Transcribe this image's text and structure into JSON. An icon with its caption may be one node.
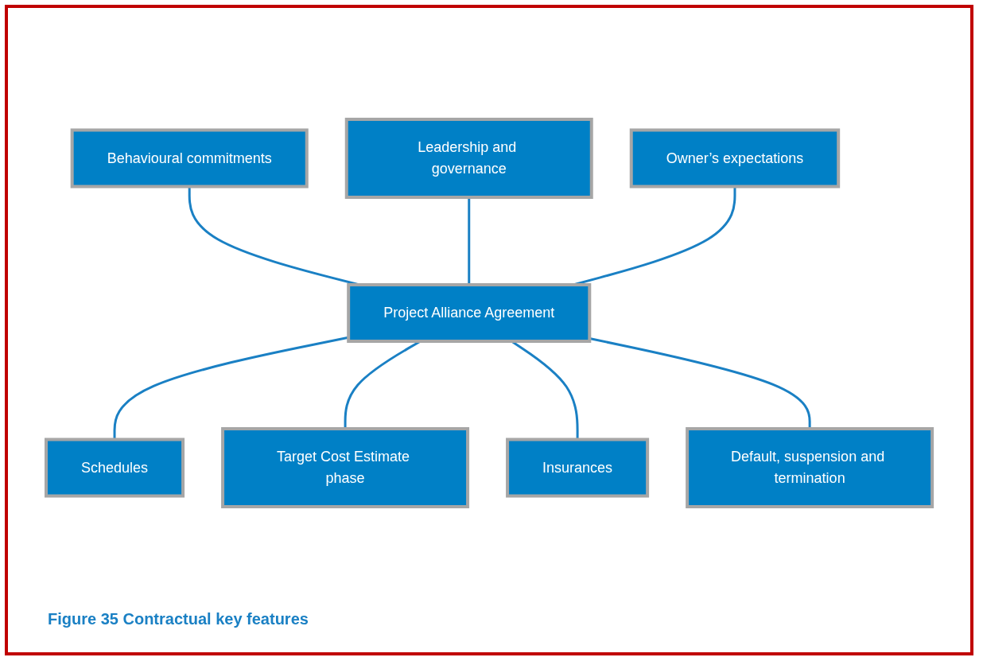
{
  "diagram": {
    "caption": "Figure 35 Contractual key features",
    "nodes": [
      {
        "text": [
          "Behavioural commitments"
        ]
      },
      {
        "text": [
          "Leadership and governance"
        ]
      },
      {
        "text": [
          "Owner’s expectations"
        ]
      },
      {
        "text": [
          "Project Alliance Agreement"
        ]
      },
      {
        "text": [
          "Schedules"
        ]
      },
      {
        "text": [
          "Target Cost Estimate phase"
        ]
      },
      {
        "text": [
          "Insurances"
        ]
      },
      {
        "text": [
          "Default, suspension and termination"
        ]
      }
    ],
    "edges": [
      {
        "from": 0,
        "to": 3,
        "arrow": "none"
      },
      {
        "from": 1,
        "to": 3,
        "arrow": "none"
      },
      {
        "from": 2,
        "to": 3,
        "arrow": "none"
      },
      {
        "from": 3,
        "to": 4,
        "arrow": "none"
      },
      {
        "from": 3,
        "to": 5,
        "arrow": "none"
      },
      {
        "from": 3,
        "to": 6,
        "arrow": "none"
      },
      {
        "from": 3,
        "to": 7,
        "arrow": "none"
      }
    ]
  }
}
